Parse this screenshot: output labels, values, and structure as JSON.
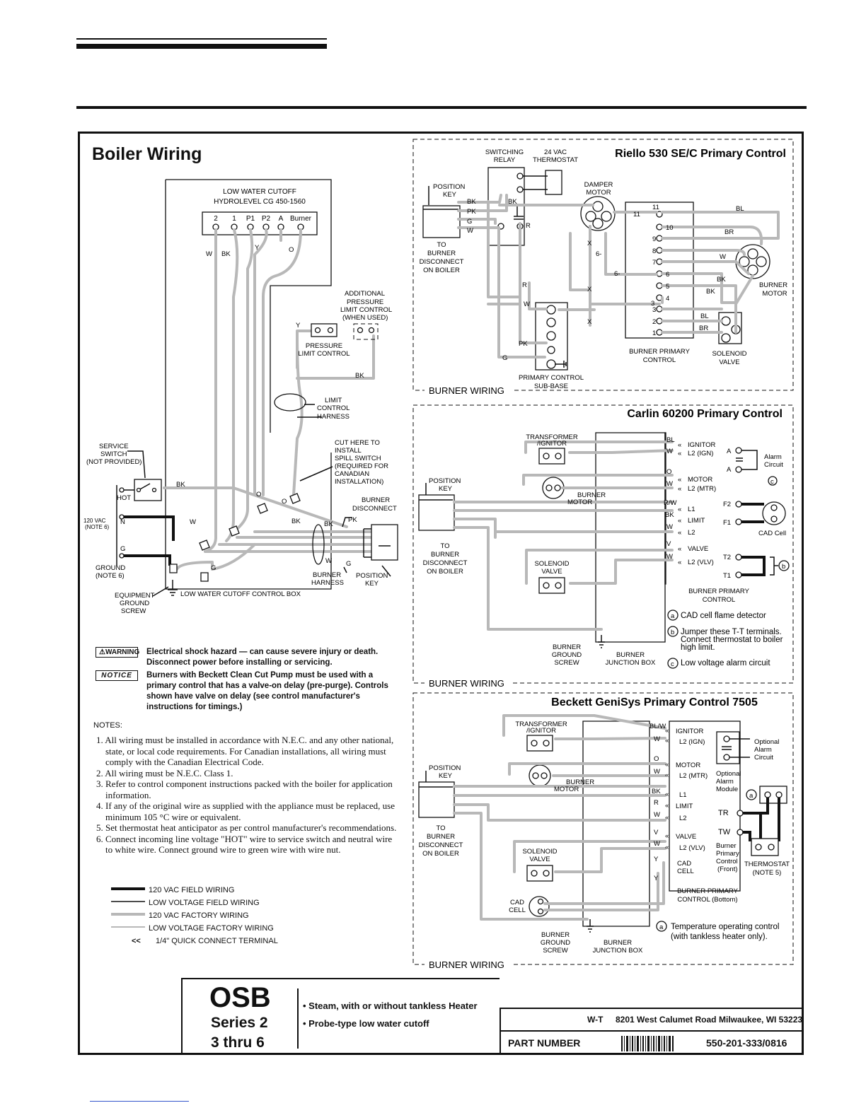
{
  "page": {
    "title": "Boiler Wiring"
  },
  "colors": {
    "factory_wire": "#b8b8b8",
    "field_wire": "#111111",
    "frame": "#111111"
  },
  "left_diagram": {
    "lwco_title_1": "LOW WATER CUTOFF",
    "lwco_title_2": "HYDROLEVEL CG 450-1560",
    "terminals": [
      "2",
      "1",
      "P1",
      "P2",
      "A",
      "Burner"
    ],
    "additional_pressure_1": "ADDITIONAL",
    "additional_pressure_2": "PRESSURE",
    "additional_pressure_3": "LIMIT CONTROL",
    "additional_pressure_4": "(WHEN USED)",
    "pressure_limit_1": "PRESSURE",
    "pressure_limit_2": "LIMIT CONTROL",
    "limit_harness_1": "LIMIT",
    "limit_harness_2": "CONTROL",
    "limit_harness_3": "HARNESS",
    "service_switch_1": "SERVICE",
    "service_switch_2": "SWITCH",
    "service_switch_3": "(NOT PROVIDED)",
    "cut_here_1": "CUT HERE TO",
    "cut_here_2": "INSTALL",
    "cut_here_3": "SPILL SWITCH",
    "cut_here_4": "(REQUIRED FOR",
    "cut_here_5": "CANADIAN",
    "cut_here_6": "INSTALLATION)",
    "burner_disconnect_1": "BURNER",
    "burner_disconnect_2": "DISCONNECT",
    "hot": "HOT",
    "n": "N",
    "g": "G",
    "vac_1": "120 VAC",
    "vac_2": "(NOTE 6)",
    "ground_1": "GROUND",
    "ground_2": "(NOTE 6)",
    "equip_ground_1": "EQUIPMENT",
    "equip_ground_2": "GROUND",
    "equip_ground_3": "SCREW",
    "control_box": "LOW WATER CUTOFF CONTROL BOX",
    "burner_harness_1": "BURNER",
    "burner_harness_2": "HARNESS",
    "position_key_1": "POSITION",
    "position_key_2": "KEY",
    "wire_labels": [
      "W",
      "BK",
      "Y",
      "O",
      "Y",
      "BK",
      "BK",
      "W",
      "BK",
      "BK",
      "PK",
      "W",
      "G",
      "G",
      "O",
      "O"
    ]
  },
  "warnings": {
    "warning_badge": "⚠WARNING",
    "warning_text": "Electrical shock hazard — can cause severe injury or death. Disconnect power before installing or servicing.",
    "notice_badge": "NOTICE",
    "notice_text": "Burners with Beckett Clean Cut Pump must be used with a primary control that has a valve-on delay (pre-purge). Controls shown have valve on delay (see control manufacturer's instructions for timings.)"
  },
  "notes": {
    "title": "NOTES:",
    "items": [
      "1. All wiring must be installed in accordance with N.E.C. and any other national, state, or local code requirements. For Canadian installations, all wiring must comply with the Canadian Electrical Code.",
      "2. All wiring must be N.E.C. Class 1.",
      "3. Refer to control component instructions packed with the boiler for application information.",
      "4. If any of the original wire as supplied with the appliance must be replaced, use minimum 105 °C wire or equivalent.",
      "5. Set thermostat heat anticipator as per control manufacturer's recommendations.",
      "6. Connect incoming line voltage \"HOT\" wire to service switch and neutral wire to white wire. Connect ground wire to green wire with wire nut."
    ]
  },
  "legend": [
    {
      "label": "120 VAC FIELD WIRING"
    },
    {
      "label": "LOW VOLTAGE FIELD WIRING"
    },
    {
      "label": "120 VAC FACTORY WIRING"
    },
    {
      "label": "LOW VOLTAGE FACTORY WIRING"
    },
    {
      "symbol": "<<",
      "label": "1/4\" QUICK CONNECT TERMINAL"
    }
  ],
  "riello": {
    "title": "Riello 530 SE/C Primary Control",
    "switching_relay_1": "SWITCHING",
    "switching_relay_2": "RELAY",
    "thermostat_1": "24 VAC",
    "thermostat_2": "THERMOSTAT",
    "damper_1": "DAMPER",
    "damper_2": "MOTOR",
    "position_key_1": "POSITION",
    "position_key_2": "KEY",
    "to_burner_1": "TO",
    "to_burner_2": "BURNER",
    "to_burner_3": "DISCONNECT",
    "to_burner_4": "ON BOILER",
    "terminal_numbers": [
      "11",
      "10",
      "9",
      "8",
      "7",
      "6",
      "5",
      "4",
      "3",
      "2",
      "1"
    ],
    "burner_motor_1": "BURNER",
    "burner_motor_2": "MOTOR",
    "primary_control_1": "BURNER PRIMARY",
    "primary_control_2": "CONTROL",
    "solenoid_1": "SOLENOID",
    "solenoid_2": "VALVE",
    "subbase_1": "PRIMARY CONTROL",
    "subbase_2": "SUB-BASE",
    "section_label": "BURNER WIRING",
    "wire_labels": [
      "BK",
      "PK",
      "G",
      "W",
      "BK",
      "R",
      "BL",
      "BR",
      "W",
      "BK",
      "BK",
      "BL",
      "BR",
      "X",
      "X",
      "X",
      "6-",
      "6-",
      "11",
      "3",
      "R",
      "W",
      "PK",
      "G"
    ]
  },
  "carlin": {
    "title": "Carlin 60200 Primary Control",
    "transformer_1": "TRANSFORMER",
    "transformer_2": "/IGNITOR",
    "burner_motor_1": "BURNER",
    "burner_motor_2": "MOTOR",
    "solenoid_1": "SOLENOID",
    "solenoid_2": "VALVE",
    "position_key_1": "POSITION",
    "position_key_2": "KEY",
    "to_burner_1": "TO",
    "to_burner_2": "BURNER",
    "to_burner_3": "DISCONNECT",
    "to_burner_4": "ON BOILER",
    "terminals": [
      "IGNITOR",
      "L2 (IGN)",
      "MOTOR",
      "L2 (MTR)",
      "L1",
      "LIMIT",
      "L2",
      "VALVE",
      "L2 (VLV)"
    ],
    "terminal_wires": [
      "BL",
      "W",
      "O",
      "W",
      "R/W",
      "BK",
      "W",
      "V",
      "W"
    ],
    "alarm_1": "Alarm",
    "alarm_2": "Circuit",
    "cad_cell": "CAD Cell",
    "primary_1": "BURNER PRIMARY",
    "primary_2": "CONTROL",
    "ground_1": "BURNER",
    "ground_2": "GROUND",
    "ground_3": "SCREW",
    "junction_1": "BURNER",
    "junction_2": "JUNCTION BOX",
    "note_a": "CAD cell flame detector",
    "note_b_1": "Jumper these T-T terminals.",
    "note_b_2": "Connect thermostat to boiler",
    "note_b_3": "high limit.",
    "note_c": "Low voltage alarm circuit",
    "side_terminals": [
      "A",
      "A",
      "F2",
      "F1",
      "T2",
      "T1"
    ],
    "section_label": "BURNER WIRING"
  },
  "beckett": {
    "title": "Beckett GeniSys Primary Control 7505",
    "transformer_1": "TRANSFORMER",
    "transformer_2": "/IGNITOR",
    "burner_motor_1": "BURNER",
    "burner_motor_2": "MOTOR",
    "solenoid_1": "SOLENOID",
    "solenoid_2": "VALVE",
    "cad_1": "CAD",
    "cad_2": "CELL",
    "position_key_1": "POSITION",
    "position_key_2": "KEY",
    "to_burner_1": "TO",
    "to_burner_2": "BURNER",
    "to_burner_3": "DISCONNECT",
    "to_burner_4": "ON BOILER",
    "terminals": [
      "IGNITOR",
      "L2 (IGN)",
      "MOTOR",
      "L2 (MTR)",
      "L1",
      "LIMIT",
      "L2",
      "VALVE",
      "L2 (VLV)",
      "CAD",
      "CELL"
    ],
    "terminal_wires": [
      "BL/W",
      "W",
      "O",
      "W",
      "BK",
      "R",
      "W",
      "V",
      "W",
      "Y",
      "Y"
    ],
    "optional_alarm_1": "Optional",
    "optional_alarm_2": "Alarm",
    "optional_alarm_3": "Circuit",
    "alarm_module_1": "Optional",
    "alarm_module_2": "Alarm",
    "alarm_module_3": "Module",
    "burner_primary_front_1": "Burner",
    "burner_primary_front_2": "Primary",
    "burner_primary_front_3": "Control",
    "burner_primary_front_4": "(Front)",
    "thermostat_1": "THERMOSTAT",
    "thermostat_2": "(NOTE 5)",
    "primary_bottom_1": "BURNER PRIMARY",
    "primary_bottom_2": "CONTROL (Bottom)",
    "ground_1": "BURNER",
    "ground_2": "GROUND",
    "ground_3": "SCREW",
    "junction_1": "BURNER",
    "junction_2": "JUNCTION BOX",
    "note_a_1": "Temperature operating control",
    "note_a_2": "(with tankless heater only).",
    "section_label": "BURNER WIRING"
  },
  "title_block": {
    "model": "OSB",
    "series": "Series  2",
    "range": "3 thru 6",
    "bullet_1": "•  Steam, with or without tankless Heater",
    "bullet_2": "•  Probe-type low water cutoff",
    "company": "W-T",
    "address": "8201 West Calumet Road",
    "city": "Milwaukee, WI 53223",
    "part_label": "PART NUMBER",
    "part_number": "550-201-333/0816"
  }
}
